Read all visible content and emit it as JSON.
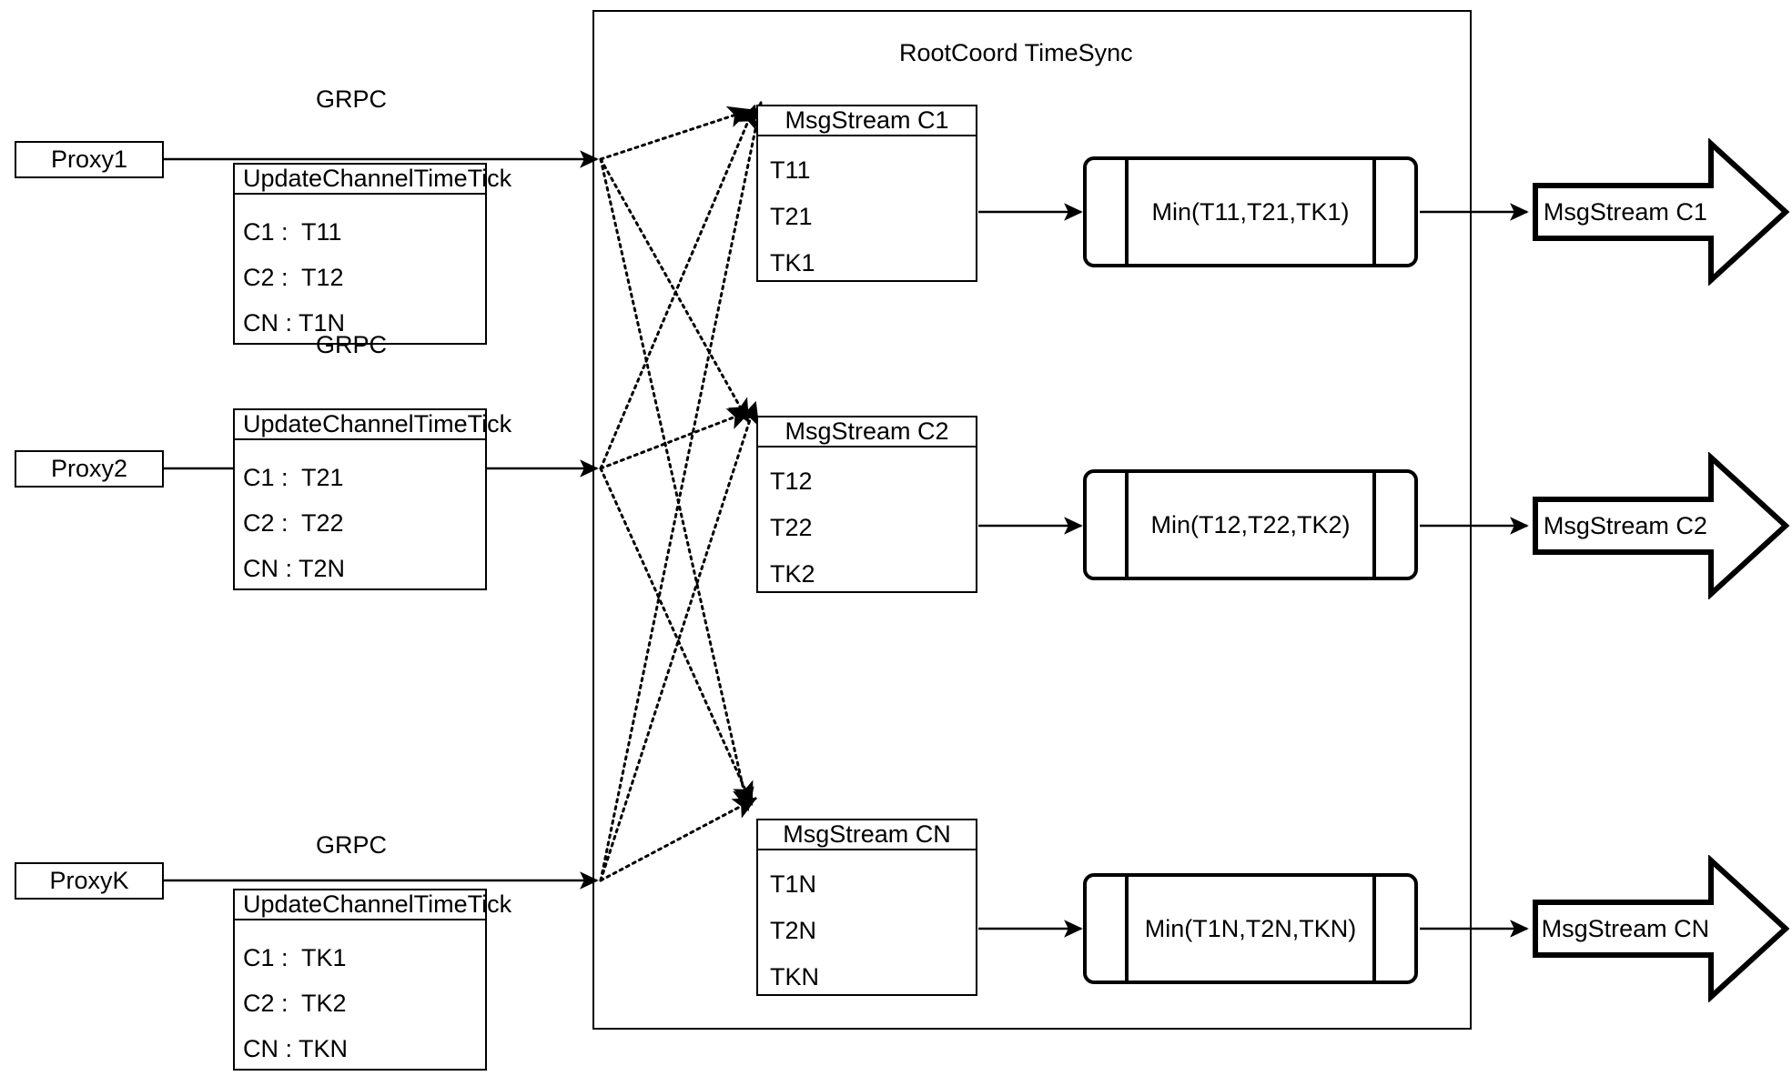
{
  "diagram": {
    "title": "RootCoord TimeSync",
    "edge_label": "GRPC",
    "proxies": [
      {
        "name": "Proxy1",
        "grpc_label": "GRPC",
        "tick_title": "UpdateChannelTimeTick",
        "rows": [
          "C1 :  T11",
          "C2 :  T12",
          "CN : T1N"
        ]
      },
      {
        "name": "Proxy2",
        "grpc_label": "GRPC",
        "tick_title": "UpdateChannelTimeTick",
        "rows": [
          "C1 :  T21",
          "C2 :  T22",
          "CN : T2N"
        ]
      },
      {
        "name": "ProxyK",
        "grpc_label": "GRPC",
        "tick_title": "UpdateChannelTimeTick",
        "rows": [
          "C1 :  TK1",
          "C2 :  TK2",
          "CN : TKN"
        ]
      }
    ],
    "channels": [
      {
        "msgstream_title": "MsgStream C1",
        "ticks": [
          "T11",
          "T21",
          "TK1"
        ],
        "min_label": "Min(T11,T21,TK1)",
        "output_label": "MsgStream C1"
      },
      {
        "msgstream_title": "MsgStream C2",
        "ticks": [
          "T12",
          "T22",
          "TK2"
        ],
        "min_label": "Min(T12,T22,TK2)",
        "output_label": "MsgStream C2"
      },
      {
        "msgstream_title": "MsgStream CN",
        "ticks": [
          "T1N",
          "T2N",
          "TKN"
        ],
        "min_label": "Min(T1N,T2N,TKN)",
        "output_label": "MsgStream CN"
      }
    ],
    "colors": {
      "stroke": "#000000",
      "background": "#ffffff"
    }
  }
}
